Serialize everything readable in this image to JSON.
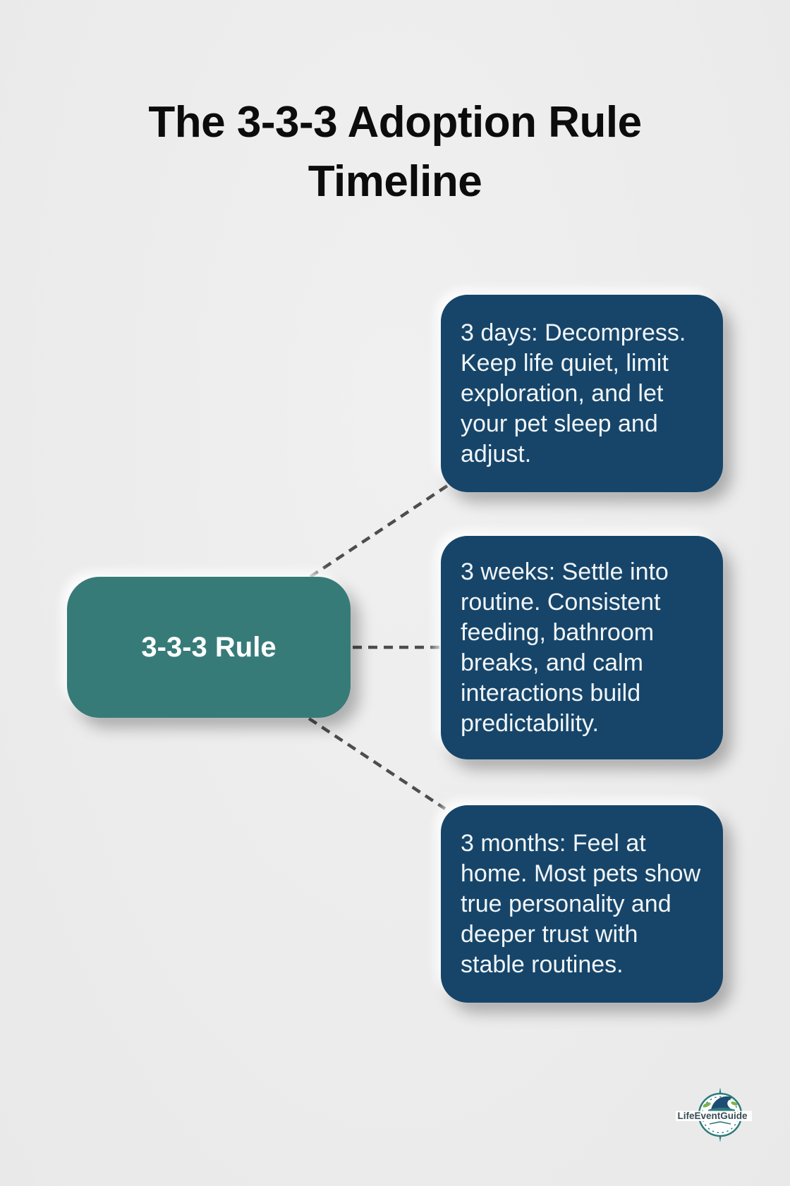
{
  "title": "The 3-3-3 Adoption Rule\nTimeline",
  "center_node": {
    "label": "3-3-3 Rule"
  },
  "cards": [
    {
      "id": "3-days",
      "text": "3 days: Decompress.\nKeep life quiet, limit\nexploration, and let\nyour pet sleep and\nadjust."
    },
    {
      "id": "3-weeks",
      "text": "3 weeks: Settle into\nroutine. Consistent\nfeeding, bathroom\nbreaks, and calm\ninteractions build\npredictability."
    },
    {
      "id": "3-months",
      "text": "3 months: Feel at\nhome. Most pets show\ntrue personality and\ndeeper trust with\nstable routines."
    }
  ],
  "logo": {
    "text": "LifeEventGuide"
  },
  "colors": {
    "background": "#ececec",
    "title": "#0c0c0c",
    "card_background": "#164569",
    "card_text": "#f1f5f8",
    "node_background": "#377b79",
    "node_text": "#ffffff",
    "connector": "#4d4d4d",
    "logo_ring": "#2e7b7c",
    "logo_navy": "#1d4d72",
    "logo_leaf": "#79b54a"
  }
}
